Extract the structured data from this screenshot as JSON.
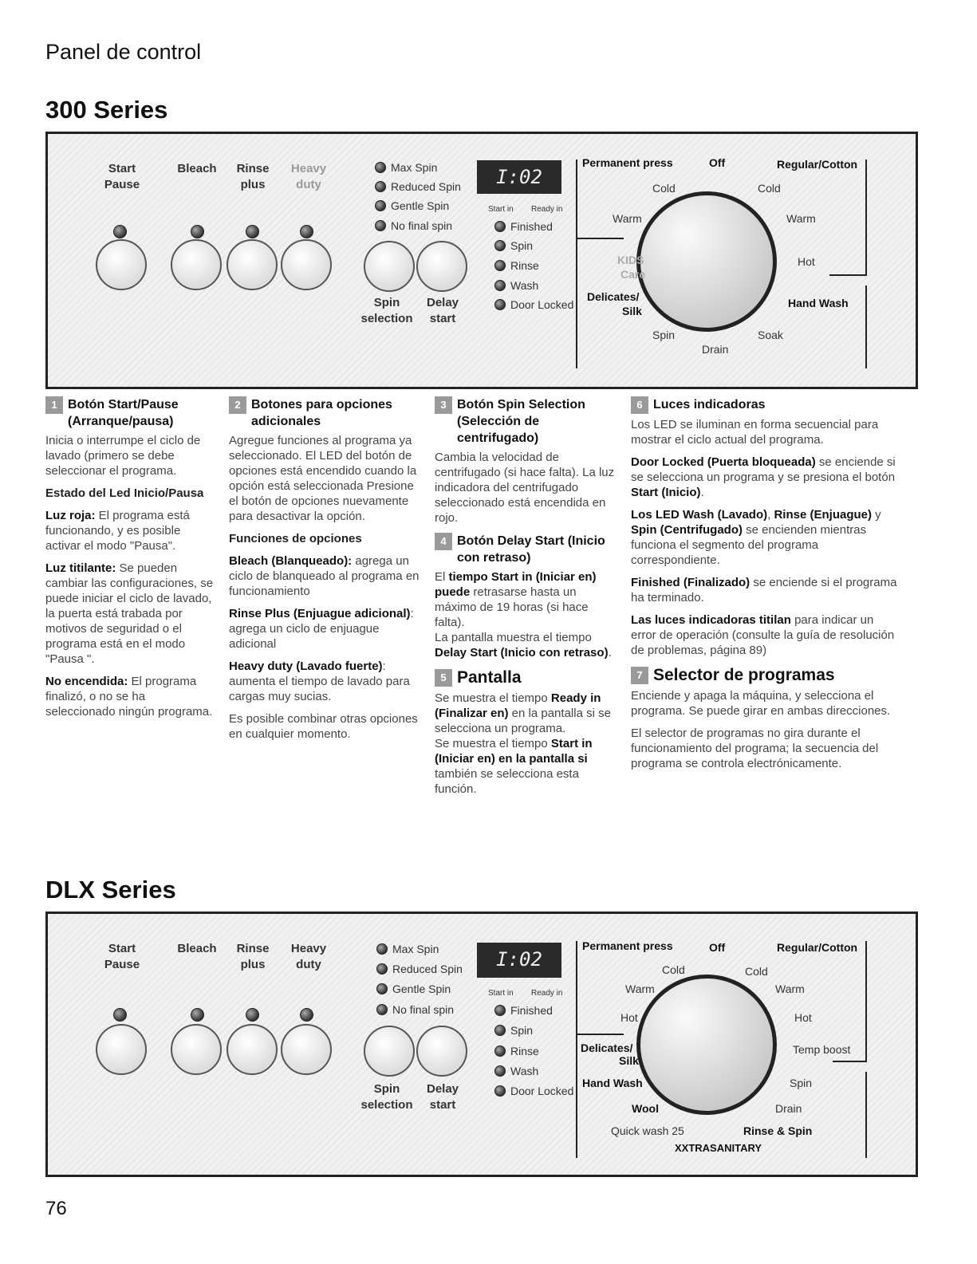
{
  "page_title": "Panel de control",
  "page_number": "76",
  "series300": {
    "title": "300 Series",
    "buttons": [
      {
        "line1": "Start",
        "line2": "Pause",
        "light": false
      },
      {
        "line1": "Bleach",
        "line2": "",
        "light": false
      },
      {
        "line1": "Rinse",
        "line2": "plus",
        "light": false
      },
      {
        "line1": "Heavy",
        "line2": "duty",
        "light": true
      }
    ],
    "spin_options": [
      "Max Spin",
      "Reduced Spin",
      "Gentle Spin",
      "No final spin"
    ],
    "spin_label": [
      "Spin",
      "selection"
    ],
    "delay_label": [
      "Delay",
      "start"
    ],
    "display": "I:02",
    "start_in": "Start in",
    "ready_in": "Ready in",
    "status": [
      "Finished",
      "Spin",
      "Rinse",
      "Wash",
      "Door Locked"
    ],
    "dial": {
      "permanent": "Permanent press",
      "off": "Off",
      "regular": "Regular/Cotton",
      "cold_l": "Cold",
      "cold_r": "Cold",
      "warm_l": "Warm",
      "warm_r": "Warm",
      "hot": "Hot",
      "kids": "KIDS",
      "care": "Care",
      "delicates": "Delicates/",
      "silk": "Silk",
      "handwash": "Hand Wash",
      "spin": "Spin",
      "soak": "Soak",
      "drain": "Drain"
    }
  },
  "columns": {
    "c1": {
      "badge": "1",
      "title_a": "Botón Start/Pause",
      "title_b": "(Arranque/pausa)",
      "p1": "Inicia o interrumpe el ciclo de lavado (primero se debe seleccionar el programa.",
      "sub": "Estado del Led Inicio/Pausa",
      "red_b": "Luz roja:",
      "red_t": " El programa está funcionando, y es posible activar el modo \"Pausa\".",
      "blink_b": "Luz titilante:",
      "blink_t": " Se pueden cambiar las configuraciones, se puede iniciar el ciclo de lavado, la puerta está trabada por motivos de seguridad o el programa está en el modo \"Pausa \".",
      "off_b": "No encendida:",
      "off_t": " El programa finalizó, o no se ha seleccionado ningún programa."
    },
    "c2": {
      "badge": "2",
      "title_a": "Botones para opciones",
      "title_b": "adicionales",
      "p1": "Agregue funciones al programa ya seleccionado. El LED del botón de opciones está encendido cuando la opción está seleccionada Presione el botón de opciones nuevamente para desactivar la opción.",
      "sub": "Funciones de opciones",
      "bleach_b": "Bleach (Blanqueado):",
      "bleach_t": " agrega un ciclo de blanqueado al programa en funcionamiento",
      "rinse_b": "Rinse Plus (Enjuague adicional)",
      "rinse_t": ": agrega un ciclo de enjuague adicional",
      "heavy_b": "Heavy duty (Lavado fuerte)",
      "heavy_t": ": aumenta el tiempo de lavado para cargas muy sucias.",
      "p_end": "Es posible combinar otras opciones en cualquier momento."
    },
    "c3": {
      "badge3": "3",
      "title3_a": "Botón Spin Selection",
      "title3_b": "(Selección de centrifugado)",
      "p3": "Cambia la velocidad de centrifugado (si hace falta). La luz indicadora del centrifugado seleccionado está encendida en rojo.",
      "badge4": "4",
      "title4_a": "Botón Delay Start (Inicio",
      "title4_b": "con retraso)",
      "p4a_pre": "El ",
      "p4a_b": "tiempo Start in (Iniciar en) puede",
      "p4a_t": " retrasarse hasta un máximo de 19 horas (si hace falta).",
      "p4b_t": "La pantalla muestra el tiempo ",
      "p4b_b": "Delay Start (Inicio con retraso)",
      "p4b_end": ".",
      "badge5": "5",
      "title5": "Pantalla",
      "p5a_t": "Se muestra el tiempo ",
      "p5a_b": "Ready in (Finalizar en)",
      "p5a_end": " en la pantalla si se selecciona un programa.",
      "p5b_t": "Se muestra el tiempo ",
      "p5b_b": "Start in (Iniciar en) en la pantalla si",
      "p5b_end": " también se selecciona esta función."
    },
    "c4": {
      "badge6": "6",
      "title6": "Luces indicadoras",
      "p1": "Los LED se iluminan en forma secuencial para mostrar el ciclo actual del programa.",
      "p2_b": "Door Locked (Puerta bloqueada)",
      "p2_t": " se enciende si se selecciona un programa y se presiona el botón ",
      "p2_b2": "Start (Inicio)",
      "p2_end": ".",
      "p3_b": "Los LED Wash (Lavado)",
      "p3_t1": ", ",
      "p3_b2": "Rinse (Enjuague)",
      "p3_t2": " y ",
      "p3_b3": "Spin (Centrifugado)",
      "p3_t3": " se encienden mientras funciona el segmento del programa correspondiente.",
      "p4_b": "Finished (Finalizado)",
      "p4_t": " se enciende si el programa ha terminado.",
      "p5_b": "Las luces indicadoras titilan",
      "p5_t": " para indicar un error de operación (consulte la guía de resolución de problemas, página 89)",
      "badge7": "7",
      "title7": "Selector de programas",
      "p6": "Enciende y apaga la máquina, y selecciona el programa. Se puede girar en ambas direcciones.",
      "p7": "El selector de programas no gira durante el funcionamiento del programa; la secuencia del programa se controla electrónicamente."
    }
  },
  "dlx": {
    "title": "DLX Series",
    "buttons": [
      {
        "line1": "Start",
        "line2": "Pause",
        "light": false
      },
      {
        "line1": "Bleach",
        "line2": "",
        "light": false
      },
      {
        "line1": "Rinse",
        "line2": "plus",
        "light": false
      },
      {
        "line1": "Heavy",
        "line2": "duty",
        "light": false
      }
    ],
    "spin_options": [
      "Max Spin",
      "Reduced Spin",
      "Gentle Spin",
      "No final spin"
    ],
    "spin_label": [
      "Spin",
      "selection"
    ],
    "delay_label": [
      "Delay",
      "start"
    ],
    "display": "I:02",
    "start_in": "Start in",
    "ready_in": "Ready in",
    "status": [
      "Finished",
      "Spin",
      "Rinse",
      "Wash",
      "Door Locked"
    ],
    "dial": {
      "permanent": "Permanent press",
      "off": "Off",
      "regular": "Regular/Cotton",
      "cold_l": "Cold",
      "cold_r": "Cold",
      "warm_l": "Warm",
      "warm_r": "Warm",
      "hot_l": "Hot",
      "hot_r": "Hot",
      "delicates": "Delicates/",
      "silk": "Silk",
      "tempboost": "Temp boost",
      "handwash": "Hand Wash",
      "spin": "Spin",
      "wool": "Wool",
      "drain": "Drain",
      "quick": "Quick wash 25",
      "rinsespin": "Rinse & Spin",
      "xtra": "XXTRASANITARY"
    }
  }
}
